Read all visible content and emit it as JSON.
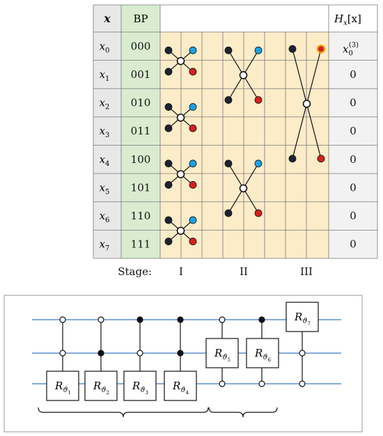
{
  "table": {
    "header_x": "x",
    "header_bp": "BP",
    "header_h": "H",
    "header_h_sub": "x",
    "header_h_arg": "[x]",
    "rows": [
      {
        "var": "x",
        "sub": "0",
        "bp": "000"
      },
      {
        "var": "x",
        "sub": "1",
        "bp": "001",
        "h": "0"
      },
      {
        "var": "x",
        "sub": "2",
        "bp": "010",
        "h": "0"
      },
      {
        "var": "x",
        "sub": "3",
        "bp": "011",
        "h": "0"
      },
      {
        "var": "x",
        "sub": "4",
        "bp": "100",
        "h": "0"
      },
      {
        "var": "x",
        "sub": "5",
        "bp": "101",
        "h": "0"
      },
      {
        "var": "x",
        "sub": "6",
        "bp": "110",
        "h": "0"
      },
      {
        "var": "x",
        "sub": "7",
        "bp": "111",
        "h": "0"
      }
    ],
    "h0": {
      "base": "x",
      "sub": "0",
      "sup": "(3)"
    },
    "stage_label": "Stage:",
    "stages": [
      "I",
      "II",
      "III"
    ]
  },
  "circuit": {
    "gate_symbol": "R",
    "gate_sub": "ϑ",
    "gates": [
      {
        "index": "1"
      },
      {
        "index": "2"
      },
      {
        "index": "3"
      },
      {
        "index": "4"
      },
      {
        "index": "5"
      },
      {
        "index": "6"
      },
      {
        "index": "7"
      }
    ]
  },
  "colors": {
    "x_col": "#e8e8e8",
    "bp_col": "#d9ecd0",
    "stage_bg": "#fdecc8",
    "h_col": "#f2f2f2",
    "blue": "#1aa0e0",
    "red": "#d42020",
    "dark": "#1c2433",
    "highlight_ring": "#f0a000",
    "wire": "#3a78c8"
  }
}
